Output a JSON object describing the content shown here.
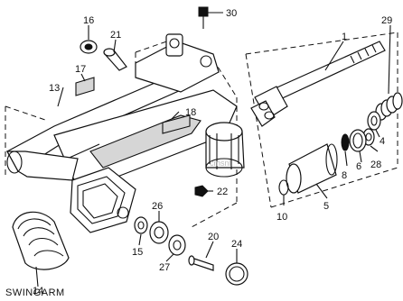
{
  "caption": "SWINGARM",
  "watermark": "cmsnl",
  "callouts": {
    "c1": "1",
    "c4": "4",
    "c5": "5",
    "c6": "6",
    "c8": "8",
    "c10": "10",
    "c13": "13",
    "c14": "14",
    "c15": "15",
    "c16": "16",
    "c17": "17",
    "c18": "18",
    "c20": "20",
    "c21": "21",
    "c22": "22",
    "c24": "24",
    "c26": "26",
    "c27": "27",
    "c28": "28",
    "c29": "29",
    "c30": "30"
  }
}
